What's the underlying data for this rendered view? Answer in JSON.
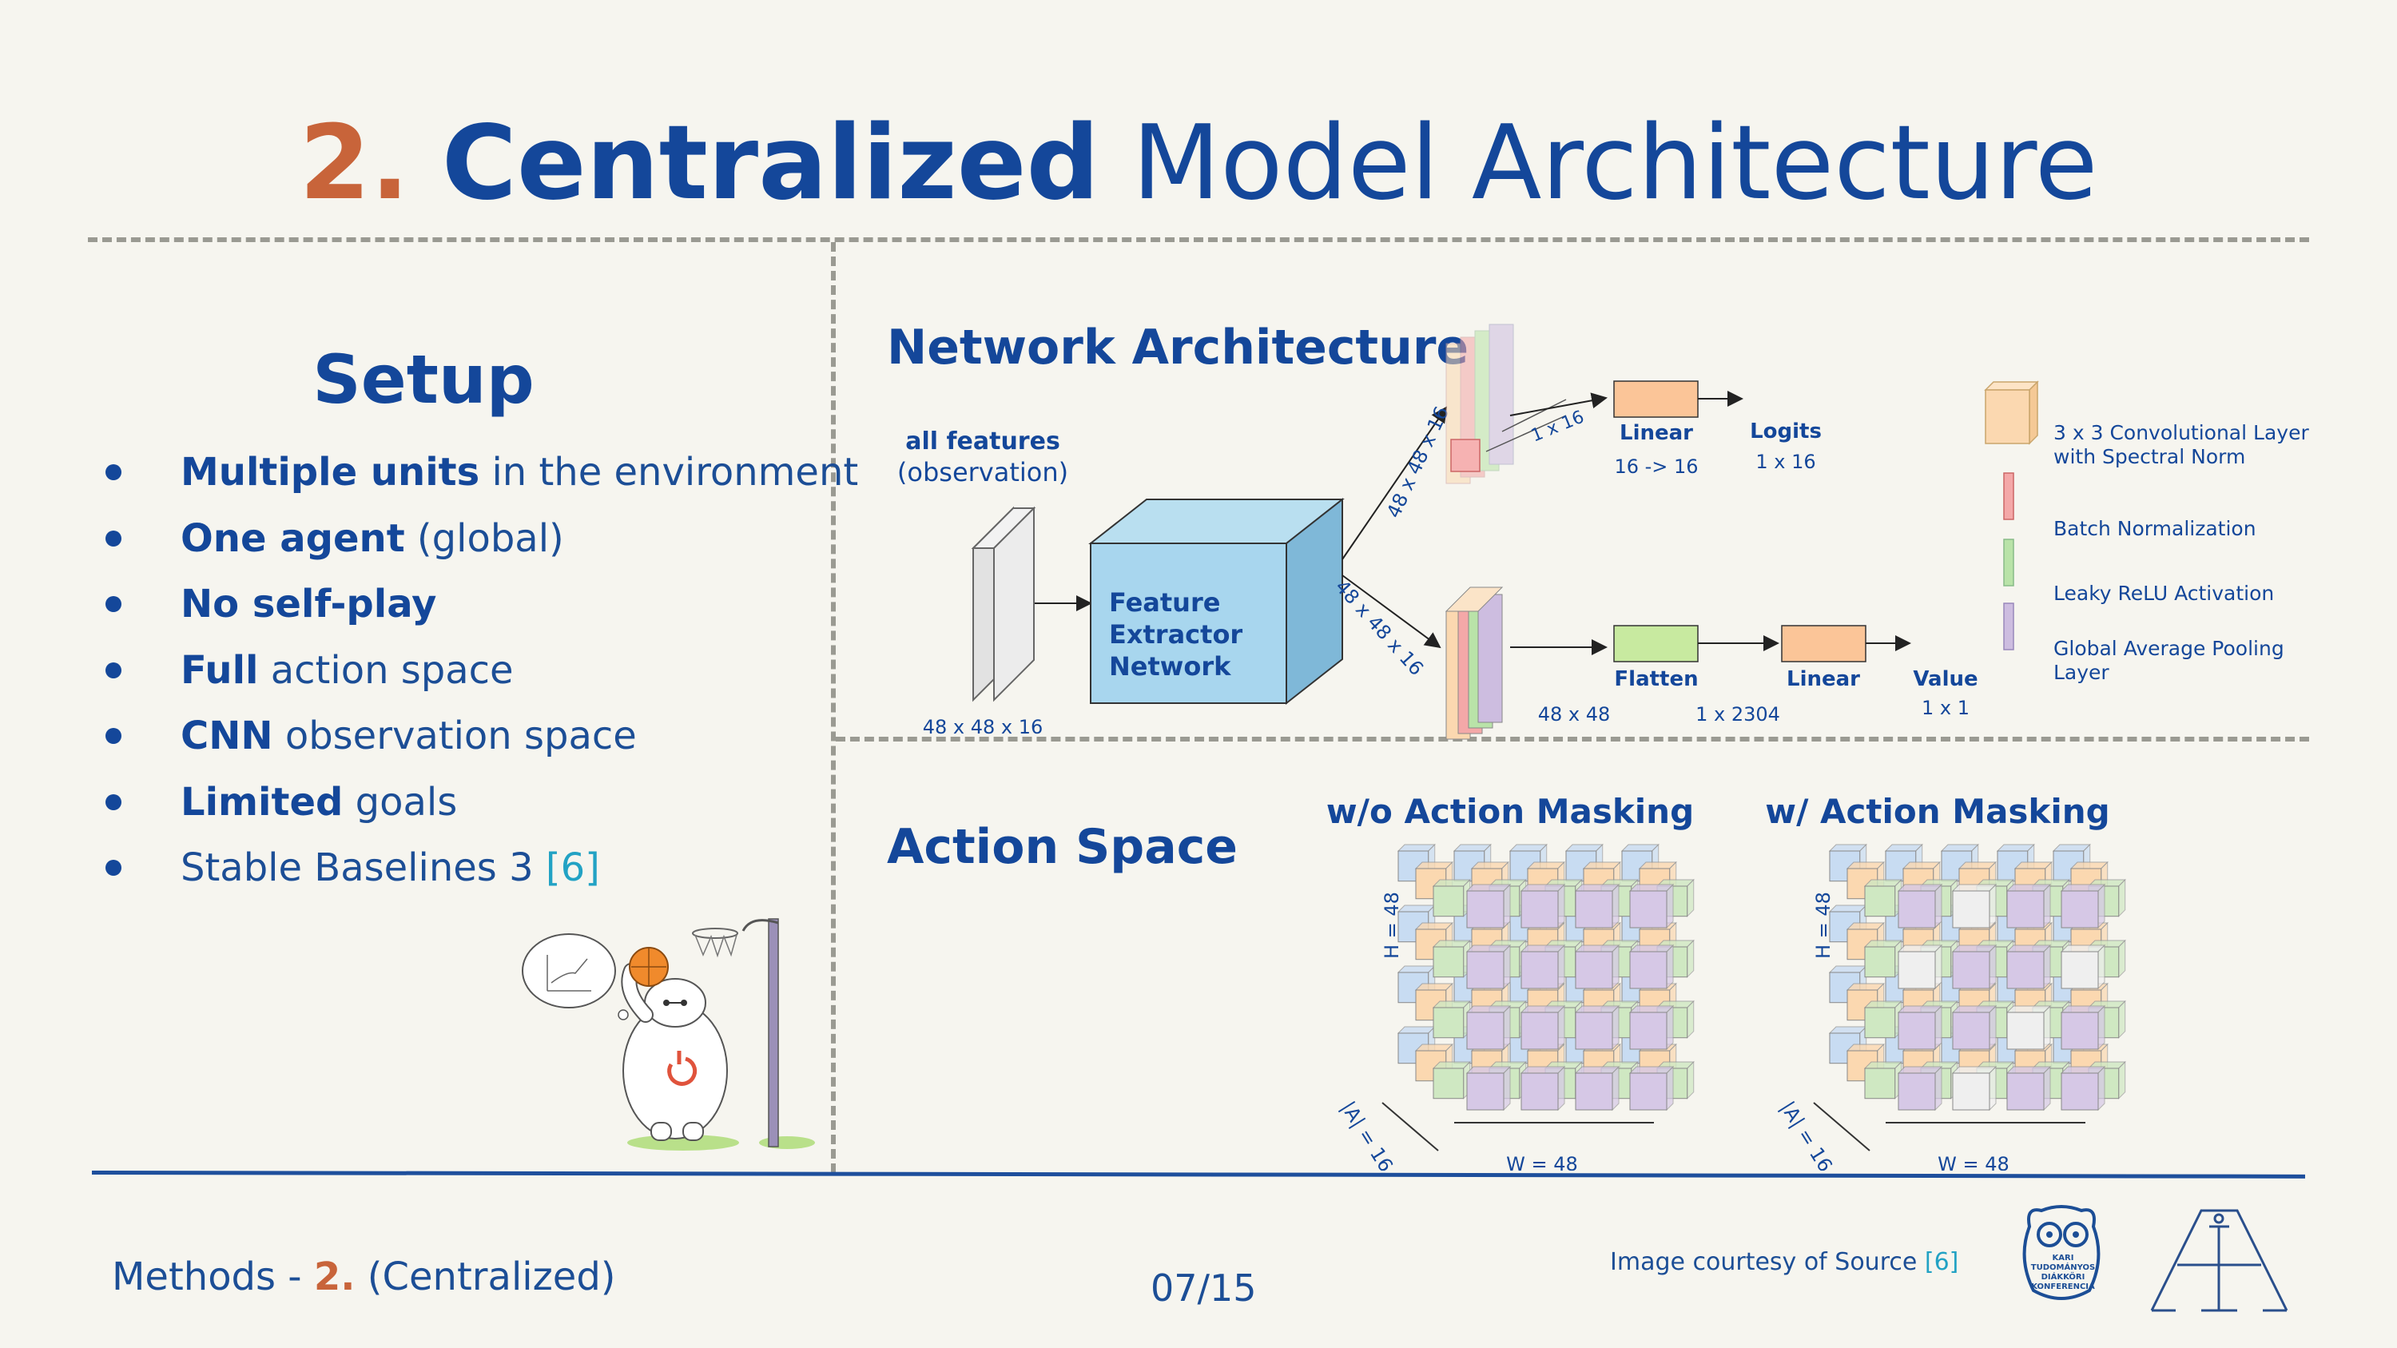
{
  "title": {
    "number": "2.",
    "bold": "Centralized",
    "rest": "Model Architecture"
  },
  "setup": {
    "heading": "Setup",
    "items": [
      {
        "bold": "Multiple units",
        "text": " in the environment"
      },
      {
        "bold": "One agent",
        "text": " (global)"
      },
      {
        "bold": "No self-play",
        "text": ""
      },
      {
        "bold": "Full",
        "text": " action space"
      },
      {
        "bold": "CNN",
        "text": " observation space"
      },
      {
        "bold": "Limited",
        "text": " goals"
      },
      {
        "bold": "",
        "text": "Stable Baselines 3 ",
        "cite": "[6]"
      }
    ]
  },
  "network": {
    "heading": "Network Architecture",
    "input_bold": "all features",
    "input_sub": "(observation)",
    "input_dim": "48 x 48 x 16",
    "feature_line1": "Feature",
    "feature_line2": "Extractor",
    "feature_line3": "Network",
    "branch_top": "48 x 48 x 16",
    "branch_bottom": "48 x 48 x 16",
    "pool_dim": "1 x 16",
    "linear1": "Linear",
    "linear1_dim": "16 -> 16",
    "logits": "Logits",
    "logits_dim": "1 x 16",
    "flatten": "Flatten",
    "flatten_in": "48 x 48",
    "flatten_out": "1 x 2304",
    "linear2": "Linear",
    "value": "Value",
    "value_dim": "1 x 1",
    "legend": [
      {
        "label1": "3 x 3 Convolutional Layer",
        "label2": "with Spectral Norm",
        "color": "#fbd8b0"
      },
      {
        "label1": "Batch Normalization",
        "label2": "",
        "color": "#f4a8a8"
      },
      {
        "label1": "Leaky ReLU Activation",
        "label2": "",
        "color": "#b9e3a8"
      },
      {
        "label1": "Global Average Pooling",
        "label2": "Layer",
        "color": "#cdbde0"
      }
    ]
  },
  "action_space": {
    "heading": "Action Space",
    "left_title": "w/o Action Masking",
    "right_title": "w/ Action Masking",
    "h_label": "H = 48",
    "a_label": "|A| = 16",
    "w_label": "W = 48"
  },
  "footer": {
    "section": "Methods - ",
    "section_num": "2.",
    "section_rest": " (Centralized)",
    "page": "07/15",
    "courtesy": "Image courtesy of Source ",
    "courtesy_cite": "[6]",
    "logo_text1": "KARI",
    "logo_text2": "TUDOMÁNYOS",
    "logo_text3": "DIÁKKÖRI",
    "logo_text4": "KONFERENCIA"
  },
  "colors": {
    "primary": "#14479a",
    "accent": "#c8643a",
    "cite": "#22a2c4",
    "background": "#f6f5ef"
  }
}
